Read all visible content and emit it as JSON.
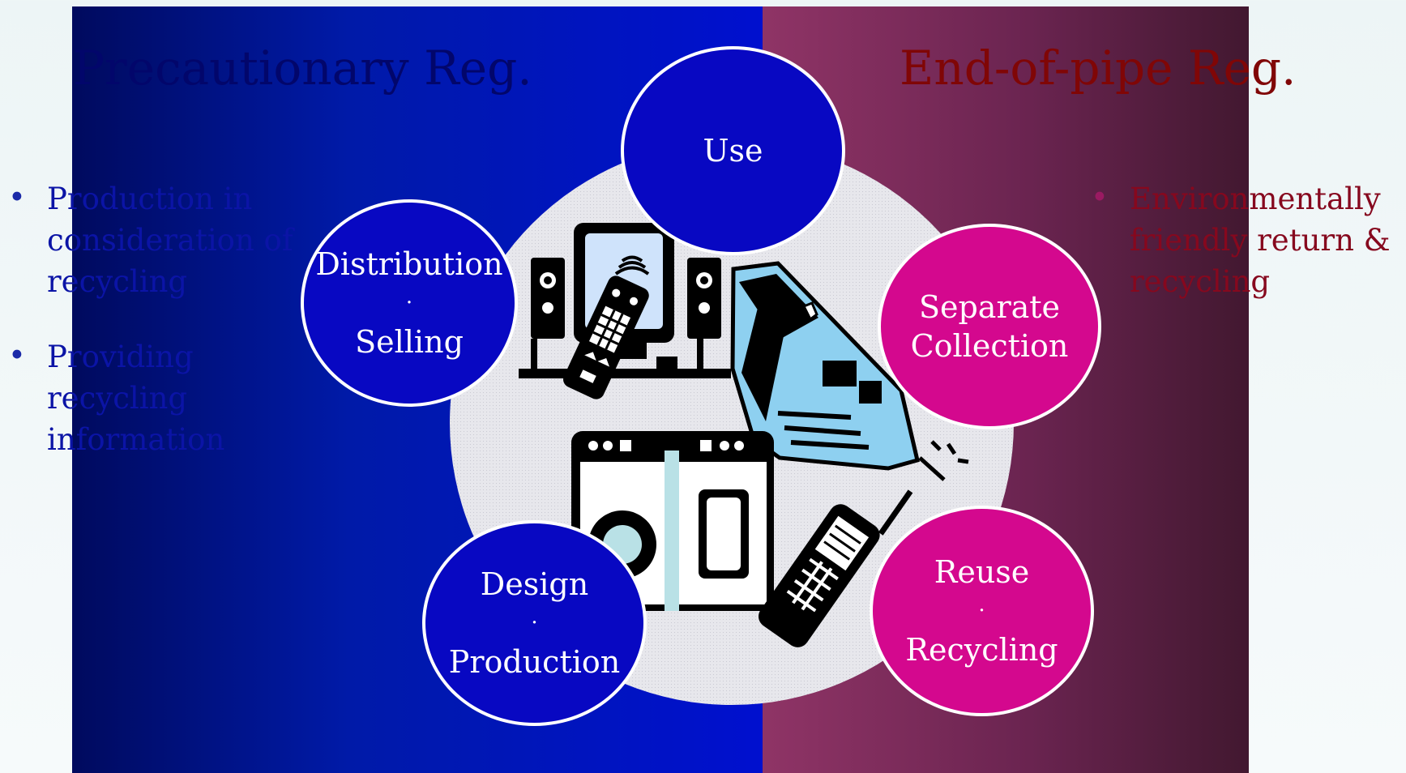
{
  "headings": {
    "left": "Precautionary Reg.",
    "right": "End-of-pipe Reg."
  },
  "bullets_left": [
    {
      "bullet": "•",
      "text": "Production in consideration of recycling"
    },
    {
      "bullet": "•",
      "text": "Providing recycling information"
    }
  ],
  "bullets_right": [
    {
      "bullet": "•",
      "text": "Environmentally friendly return & recycling"
    }
  ],
  "stages": {
    "use": {
      "label": "Use"
    },
    "distribution": {
      "line1": "Distribution",
      "sep": "·",
      "line2": "Selling"
    },
    "separate": {
      "line1": "Separate",
      "line2": "Collection"
    },
    "design": {
      "line1": "Design",
      "sep": "·",
      "line2": "Production"
    },
    "reuse": {
      "line1": "Reuse",
      "sep": "·",
      "line2": "Recycling"
    }
  },
  "colors": {
    "left_panel": "#0010cf",
    "right_panel": "#6a2450",
    "blue_circle": "#0808c2",
    "pink_circle": "#d4088e",
    "left_heading": "#02066b",
    "right_heading": "#800606"
  },
  "icons": [
    "tv-icon",
    "speaker-icon",
    "remote-control-icon",
    "newspaper-icon",
    "washing-machine-icon",
    "mobile-phone-icon"
  ]
}
